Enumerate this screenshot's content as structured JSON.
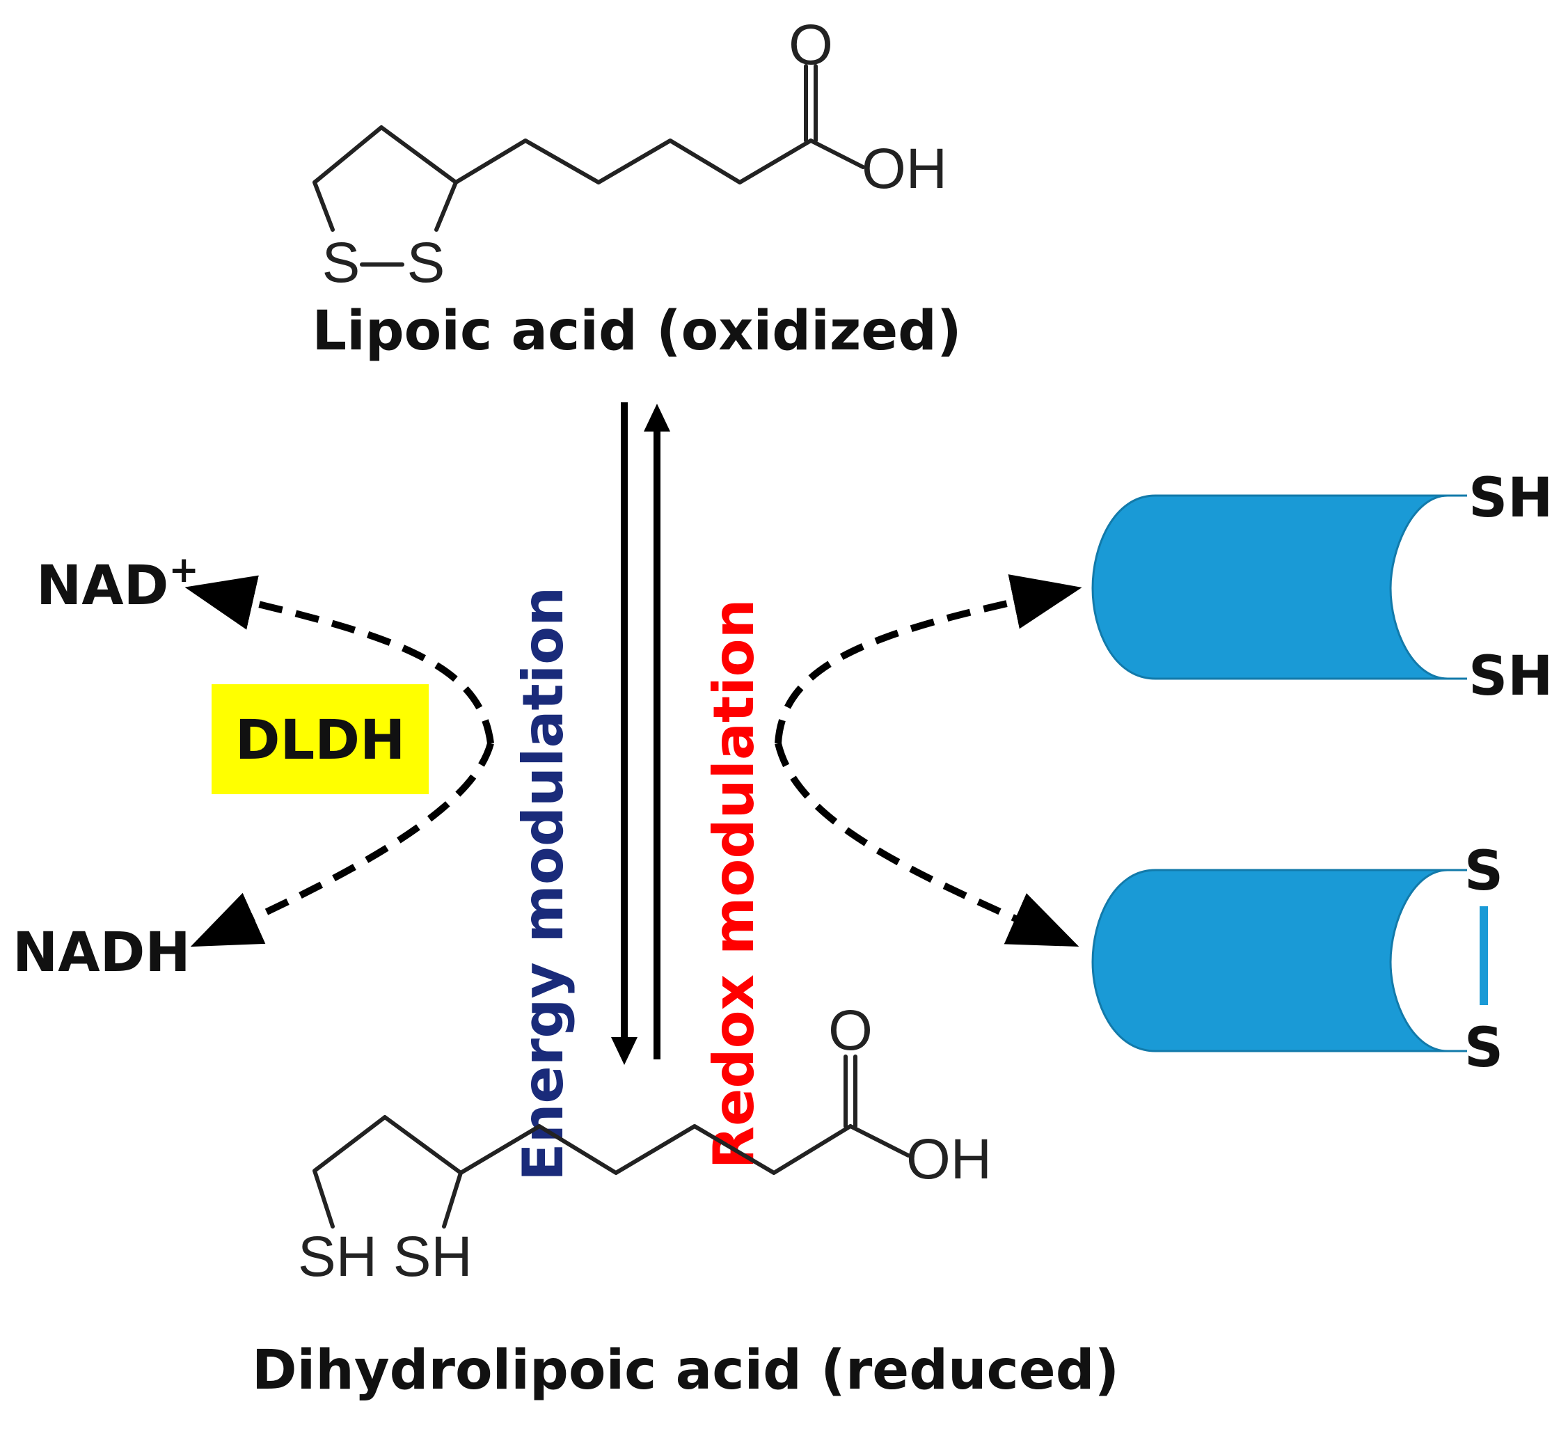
{
  "oxidized": {
    "name": "Lipoic acid (oxidized)",
    "carbonyl_o": "O",
    "hydroxyl": "OH",
    "sulfur_left": "S",
    "sulfur_right": "S"
  },
  "reduced": {
    "name": "Dihydrolipoic acid (reduced)",
    "carbonyl_o": "O",
    "hydroxyl": "OH",
    "thiols": "SH SH"
  },
  "modulation": {
    "energy": "Energy modulation",
    "redox": "Redox modulation",
    "energy_color": "#1a2b7a",
    "redox_color": "#ff0000"
  },
  "left": {
    "nad_plus": "NAD",
    "plus_sign": "+",
    "nadh": "NADH",
    "enzyme": "DLDH",
    "enzyme_bg": "#ffff00"
  },
  "right": {
    "reduced_protein": {
      "top": "SH",
      "bottom": "SH"
    },
    "oxidized_protein": {
      "top": "S",
      "bottom": "S"
    },
    "protein_color": "#1a9ad6"
  }
}
